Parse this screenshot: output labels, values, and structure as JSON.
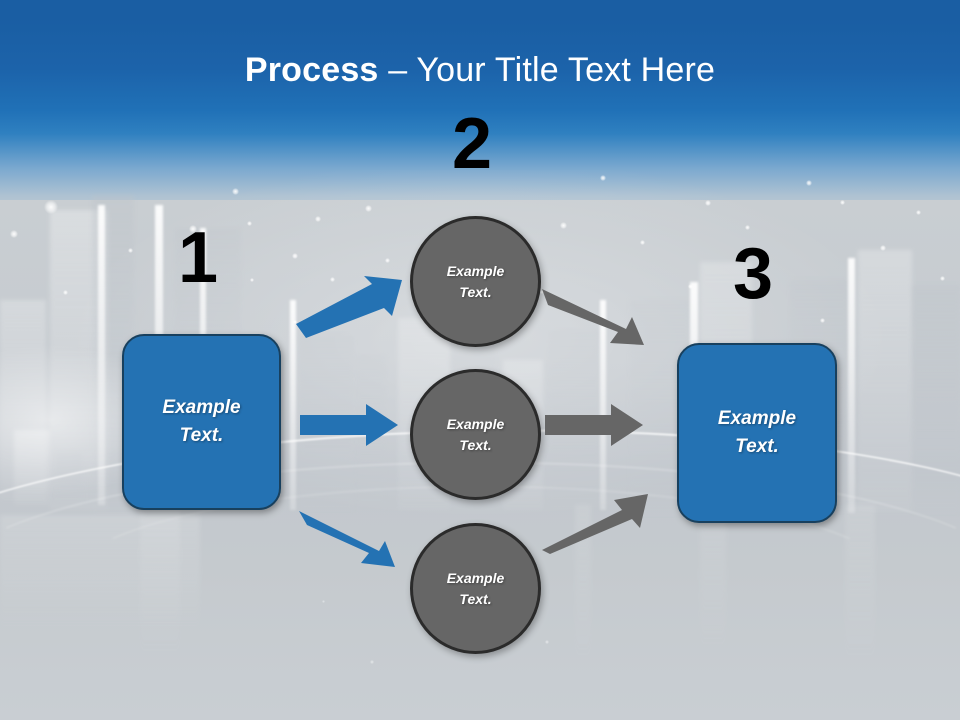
{
  "slide": {
    "title": {
      "bold_part": "Process",
      "rest_part": " – Your Title Text Here"
    },
    "colors": {
      "sky_blue": "#1a5ea3",
      "accent_blue": "#2472b3",
      "box_border": "#18405e",
      "circle_gray": "#666666",
      "circle_border": "#2b2b2b",
      "arrow_blue": "#2472b3",
      "arrow_gray": "#666666",
      "number_black": "#000000",
      "ground_gray": "#c9ced2"
    },
    "steps": [
      {
        "number": "1",
        "label": "Example\nText."
      },
      {
        "number": "2",
        "label": "Example\nText."
      },
      {
        "number": "3",
        "label": "Example\nText."
      }
    ],
    "stage_one": {
      "number": "1",
      "box_line1": "Example",
      "box_line2": "Text."
    },
    "stage_two": {
      "number": "2",
      "circles": [
        {
          "line1": "Example",
          "line2": "Text."
        },
        {
          "line1": "Example",
          "line2": "Text."
        },
        {
          "line1": "Example",
          "line2": "Text."
        }
      ]
    },
    "stage_three": {
      "number": "3",
      "box_line1": "Example",
      "box_line2": "Text."
    },
    "arrows": {
      "blue_up": "arrow-up-right-blue",
      "blue_right": "arrow-right-blue",
      "blue_down": "arrow-down-right-blue",
      "gray_down": "arrow-down-right-gray",
      "gray_right": "arrow-right-gray",
      "gray_up": "arrow-up-right-gray"
    }
  }
}
